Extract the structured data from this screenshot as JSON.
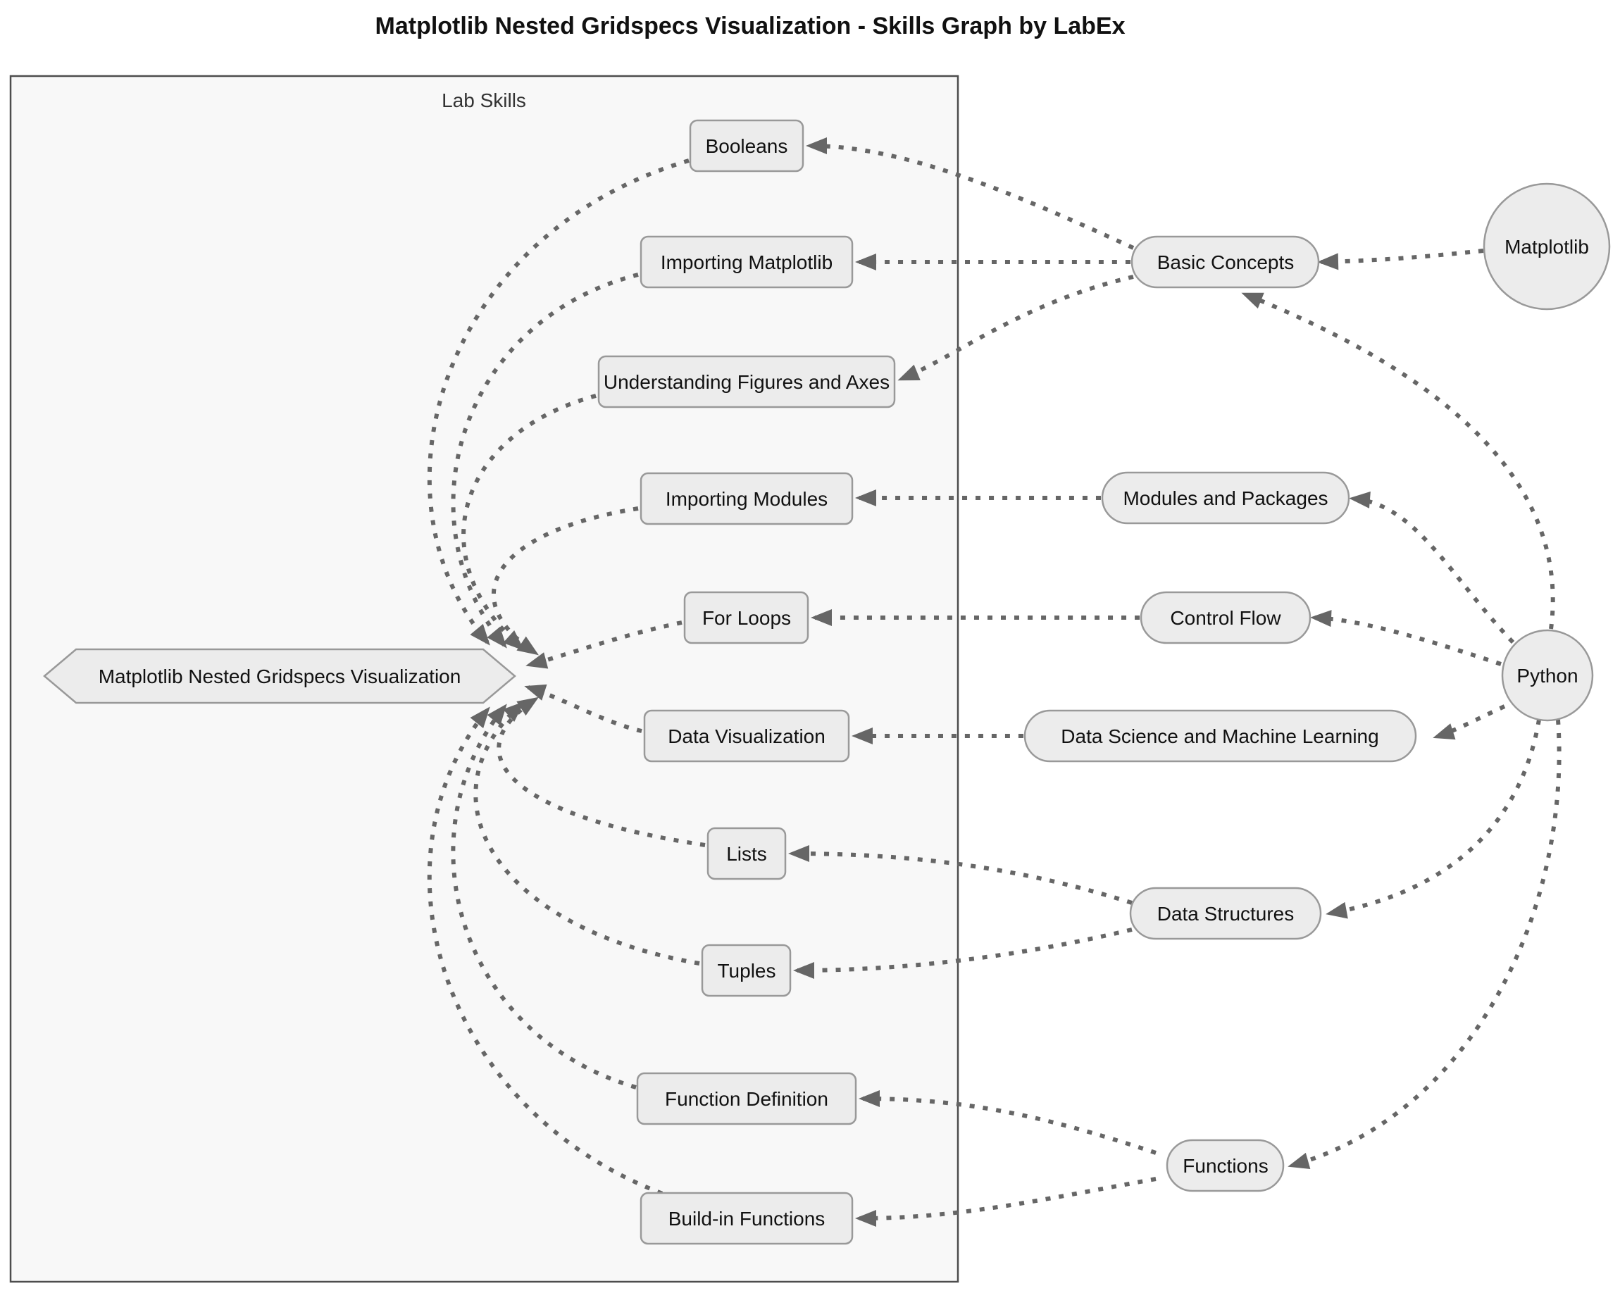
{
  "title": "Matplotlib Nested Gridspecs Visualization - Skills Graph by LabEx",
  "cluster": {
    "label": "Lab Skills"
  },
  "nodes": {
    "main": {
      "id": "matplotlib-nested-gridspecs-visualization",
      "label": "Matplotlib Nested Gridspecs Visualization",
      "shape": "hexagon"
    },
    "skills": [
      {
        "id": "booleans",
        "label": "Booleans"
      },
      {
        "id": "importing-matplotlib",
        "label": "Importing Matplotlib"
      },
      {
        "id": "understanding-figures-and-axes",
        "label": "Understanding Figures and Axes"
      },
      {
        "id": "importing-modules",
        "label": "Importing Modules"
      },
      {
        "id": "for-loops",
        "label": "For Loops"
      },
      {
        "id": "data-visualization",
        "label": "Data Visualization"
      },
      {
        "id": "lists",
        "label": "Lists"
      },
      {
        "id": "tuples",
        "label": "Tuples"
      },
      {
        "id": "function-definition",
        "label": "Function Definition"
      },
      {
        "id": "build-in-functions",
        "label": "Build-in Functions"
      }
    ],
    "categories": [
      {
        "id": "basic-concepts",
        "label": "Basic Concepts"
      },
      {
        "id": "modules-and-packages",
        "label": "Modules and Packages"
      },
      {
        "id": "control-flow",
        "label": "Control Flow"
      },
      {
        "id": "data-science-and-machine-learning",
        "label": "Data Science and Machine Learning"
      },
      {
        "id": "data-structures",
        "label": "Data Structures"
      },
      {
        "id": "functions",
        "label": "Functions"
      }
    ],
    "roots": [
      {
        "id": "matplotlib",
        "label": "Matplotlib",
        "shape": "circle"
      },
      {
        "id": "python",
        "label": "Python",
        "shape": "circle"
      }
    ]
  },
  "edges": [
    {
      "from": "booleans",
      "to": "matplotlib-nested-gridspecs-visualization"
    },
    {
      "from": "importing-matplotlib",
      "to": "matplotlib-nested-gridspecs-visualization"
    },
    {
      "from": "understanding-figures-and-axes",
      "to": "matplotlib-nested-gridspecs-visualization"
    },
    {
      "from": "importing-modules",
      "to": "matplotlib-nested-gridspecs-visualization"
    },
    {
      "from": "for-loops",
      "to": "matplotlib-nested-gridspecs-visualization"
    },
    {
      "from": "data-visualization",
      "to": "matplotlib-nested-gridspecs-visualization"
    },
    {
      "from": "lists",
      "to": "matplotlib-nested-gridspecs-visualization"
    },
    {
      "from": "tuples",
      "to": "matplotlib-nested-gridspecs-visualization"
    },
    {
      "from": "function-definition",
      "to": "matplotlib-nested-gridspecs-visualization"
    },
    {
      "from": "build-in-functions",
      "to": "matplotlib-nested-gridspecs-visualization"
    },
    {
      "from": "basic-concepts",
      "to": "booleans"
    },
    {
      "from": "basic-concepts",
      "to": "importing-matplotlib"
    },
    {
      "from": "basic-concepts",
      "to": "understanding-figures-and-axes"
    },
    {
      "from": "modules-and-packages",
      "to": "importing-modules"
    },
    {
      "from": "control-flow",
      "to": "for-loops"
    },
    {
      "from": "data-science-and-machine-learning",
      "to": "data-visualization"
    },
    {
      "from": "data-structures",
      "to": "lists"
    },
    {
      "from": "data-structures",
      "to": "tuples"
    },
    {
      "from": "functions",
      "to": "function-definition"
    },
    {
      "from": "functions",
      "to": "build-in-functions"
    },
    {
      "from": "matplotlib",
      "to": "basic-concepts"
    },
    {
      "from": "python",
      "to": "basic-concepts"
    },
    {
      "from": "python",
      "to": "modules-and-packages"
    },
    {
      "from": "python",
      "to": "control-flow"
    },
    {
      "from": "python",
      "to": "data-science-and-machine-learning"
    },
    {
      "from": "python",
      "to": "data-structures"
    },
    {
      "from": "python",
      "to": "functions"
    }
  ],
  "colors": {
    "node_fill": "#ececec",
    "node_border": "#999999",
    "edge": "#666666",
    "cluster_fill": "#f8f8f8",
    "cluster_border": "#4d4d4d",
    "text": "#111111"
  }
}
